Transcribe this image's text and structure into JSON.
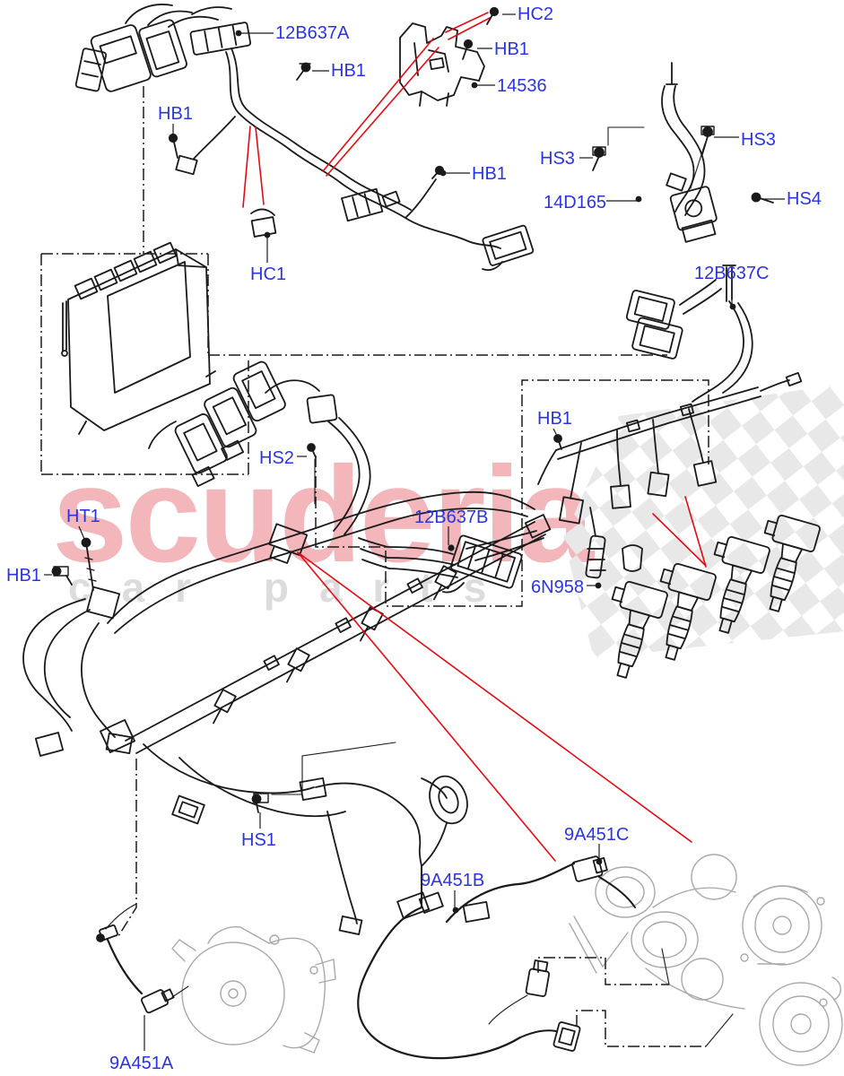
{
  "diagram": {
    "watermark": {
      "brand": "scuderia",
      "tagline": "car parts"
    },
    "colors": {
      "label_blue": "#2a35e0",
      "pointer_red": "#e40b12",
      "line_ink": "#1a1a1a",
      "ghost_part_grey": "#a9a9a9",
      "watermark_pink": "#f2b6bb",
      "watermark_grey": "#dcdcdc",
      "checker_grey": "#e8e8e8"
    },
    "callouts": [
      {
        "label": "12B637A"
      },
      {
        "label": "HC2"
      },
      {
        "label": "HB1"
      },
      {
        "label": "14536"
      },
      {
        "label": "HB1"
      },
      {
        "label": "HB1"
      },
      {
        "label": "HB1"
      },
      {
        "label": "HS3"
      },
      {
        "label": "HS3"
      },
      {
        "label": "14D165"
      },
      {
        "label": "HS4"
      },
      {
        "label": "12B637C"
      },
      {
        "label": "HC1"
      },
      {
        "label": "HB1"
      },
      {
        "label": "HS2"
      },
      {
        "label": "HT1"
      },
      {
        "label": "12B637B"
      },
      {
        "label": "HB1"
      },
      {
        "label": "6N958"
      },
      {
        "label": "HS1"
      },
      {
        "label": "9A451C"
      },
      {
        "label": "9A451B"
      },
      {
        "label": "9A451A"
      }
    ]
  }
}
